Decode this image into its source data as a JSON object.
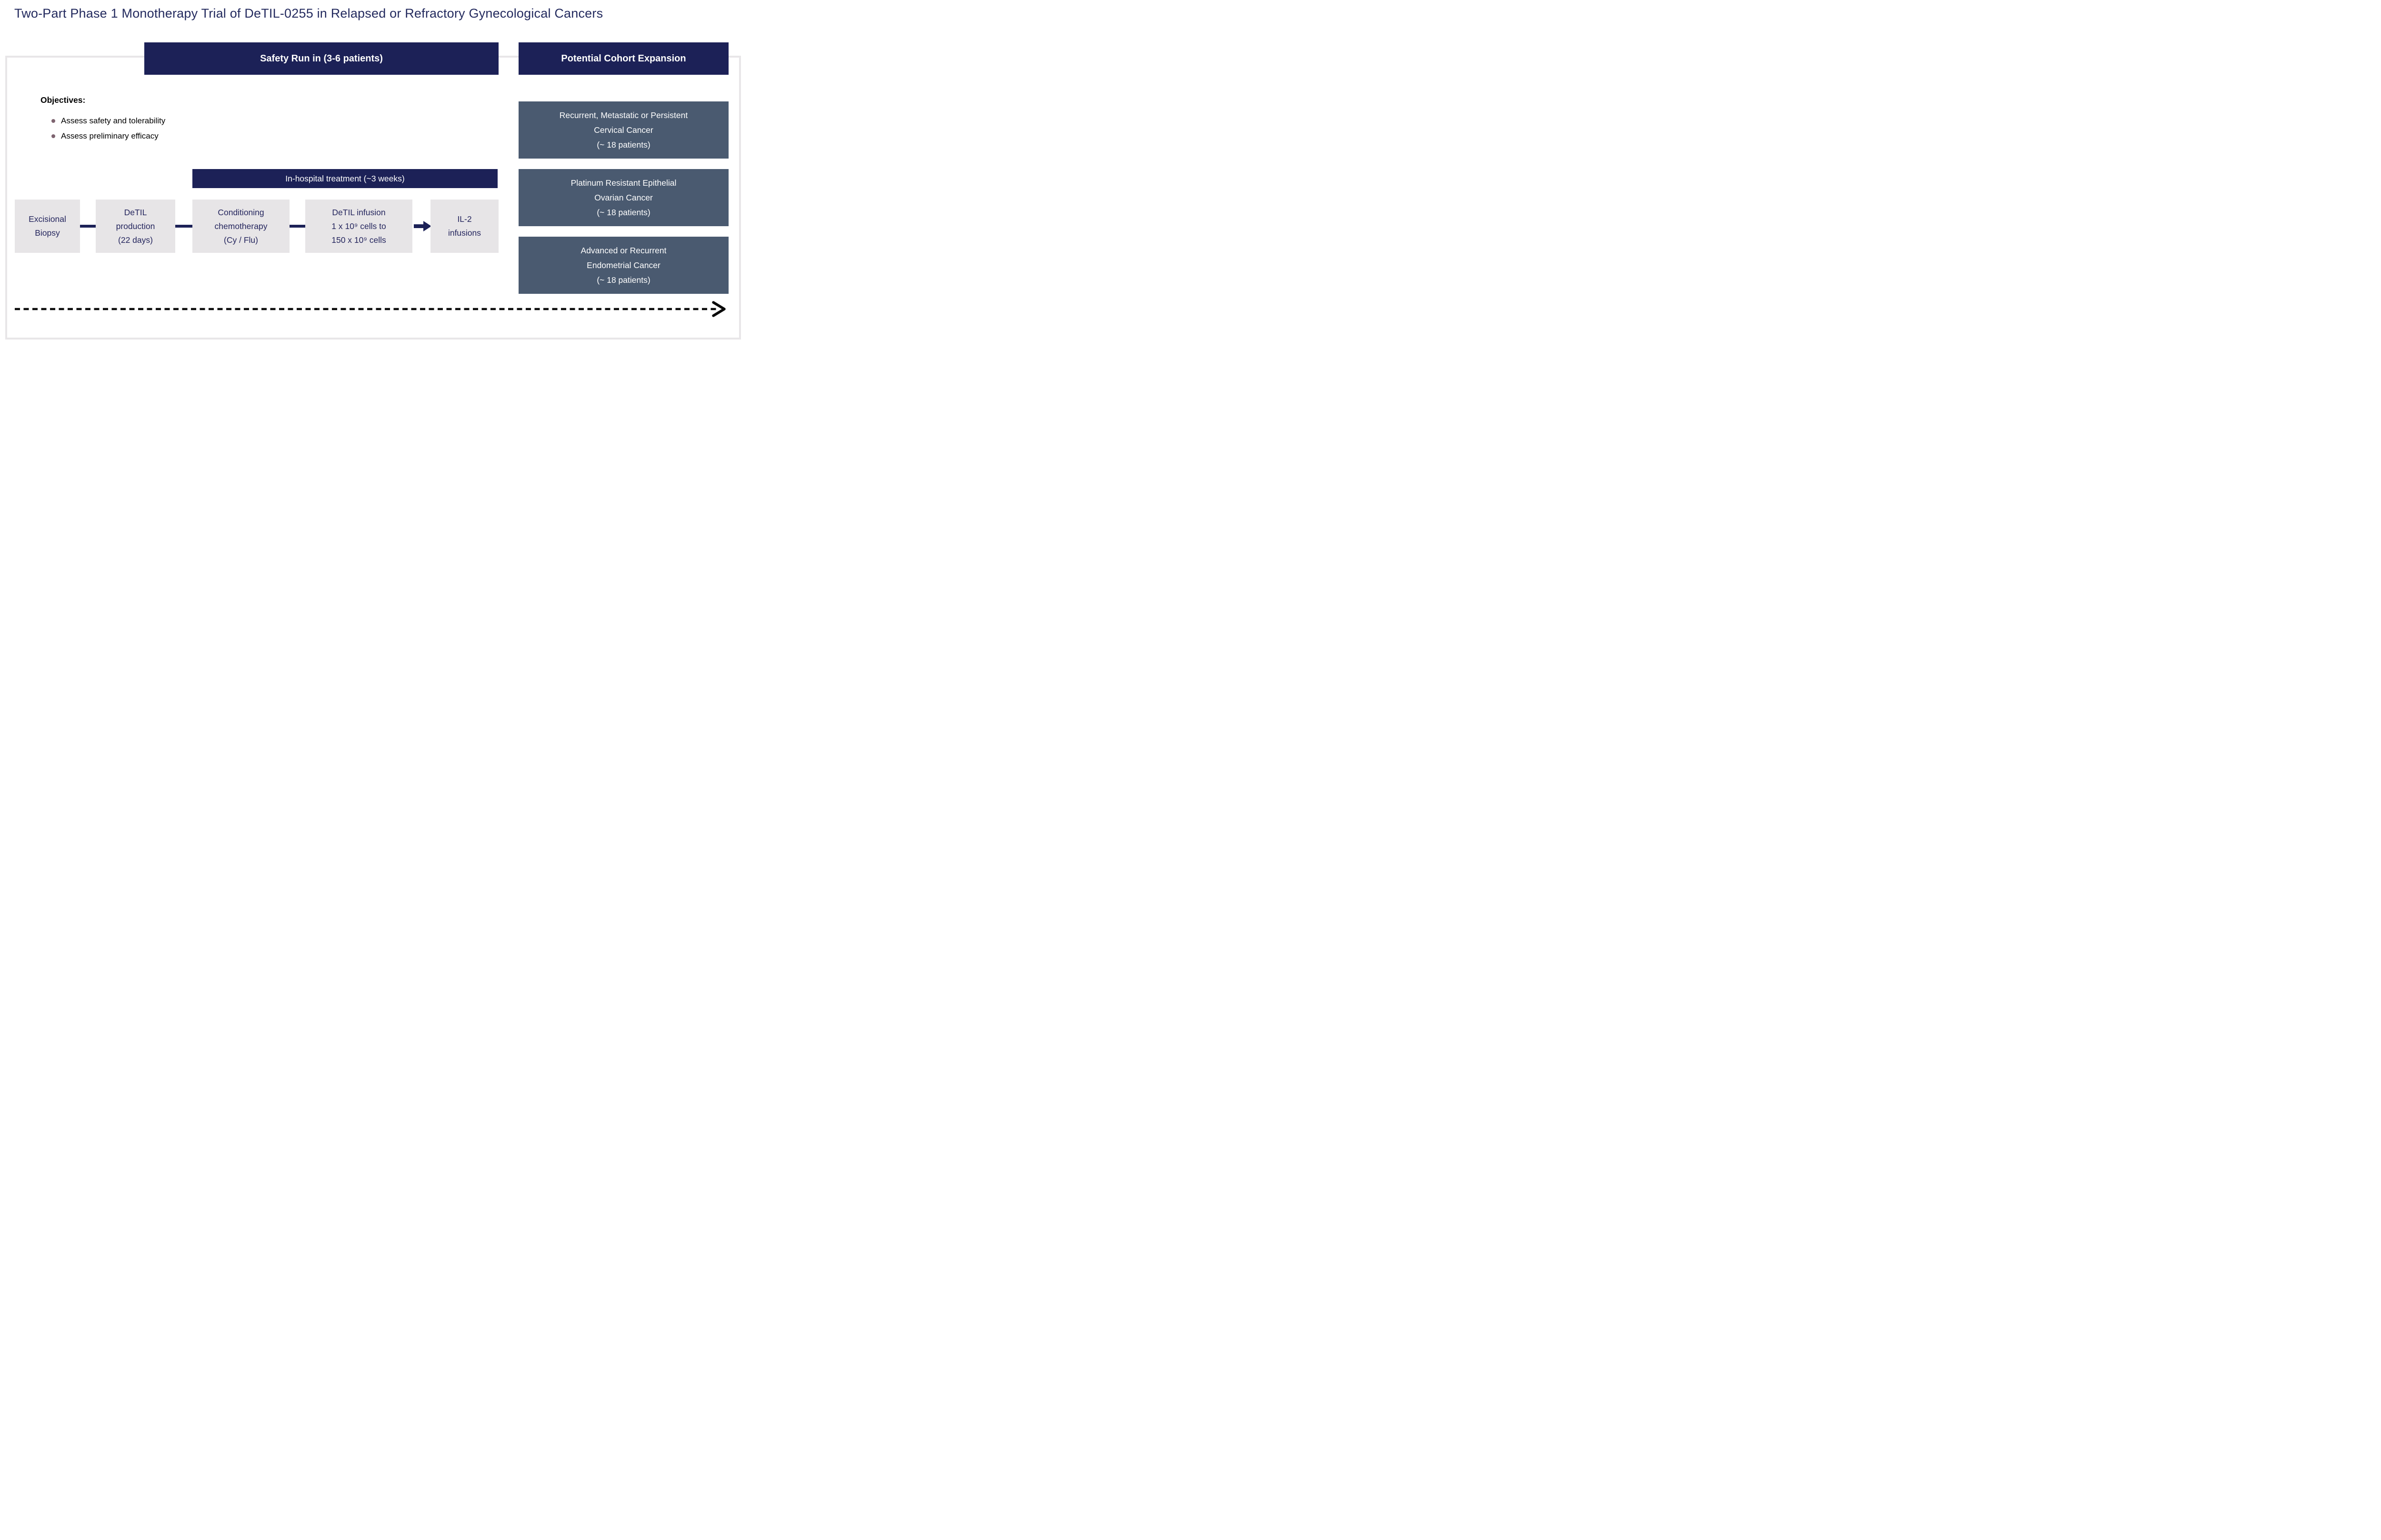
{
  "title": "Two-Part Phase 1 Monotherapy Trial of DeTIL-0255 in Relapsed or Refractory Gynecological Cancers",
  "headers": {
    "safety": "Safety Run in (3-6 patients)",
    "expansion": "Potential Cohort Expansion"
  },
  "objectives": {
    "heading": "Objectives:",
    "items": [
      "Assess safety and tolerability",
      "Assess preliminary efficacy"
    ]
  },
  "banner": {
    "label": "In-hospital treatment (~3 weeks)"
  },
  "flow": {
    "steps": [
      {
        "name": "excisional-biopsy",
        "lines": [
          "Excisional",
          "Biopsy"
        ]
      },
      {
        "name": "detil-production",
        "lines": [
          "DeTIL",
          "production",
          "(22 days)"
        ]
      },
      {
        "name": "conditioning-chemotherapy",
        "lines": [
          "Conditioning",
          "chemotherapy",
          "(Cy / Flu)"
        ]
      },
      {
        "name": "detil-infusion",
        "lines": [
          "DeTIL infusion",
          "1 x 10⁹ cells to",
          "150 x 10⁹ cells"
        ]
      },
      {
        "name": "il2-infusions",
        "lines": [
          "IL-2",
          "infusions"
        ]
      }
    ]
  },
  "expansion_cohorts": [
    {
      "lines": [
        "Recurrent, Metastatic or Persistent",
        "Cervical Cancer",
        "(~ 18 patients)"
      ]
    },
    {
      "lines": [
        "Platinum Resistant Epithelial",
        "Ovarian Cancer",
        "(~ 18 patients)"
      ]
    },
    {
      "lines": [
        "Advanced or Recurrent",
        "Endometrial Cancer",
        "(~ 18 patients)"
      ]
    }
  ],
  "colors": {
    "navy": "#1C2157",
    "slate": "#4A5A70",
    "box_gray": "#E7E5E7",
    "border_gray": "#E8E6E8",
    "title_navy": "#232A5E",
    "flow_text": "#25265E",
    "bullet": "#7E6470",
    "arrow_black": "#0A0A0A"
  }
}
